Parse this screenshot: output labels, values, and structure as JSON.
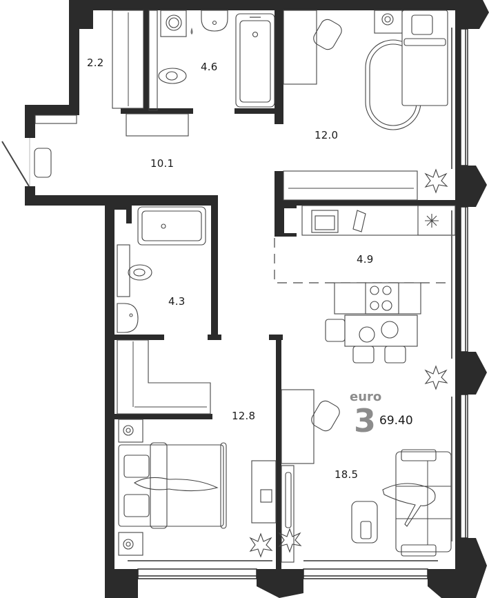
{
  "plan": {
    "brand": "euro",
    "rooms_count": "3",
    "total_area": "69.40",
    "rooms": [
      {
        "id": "storage",
        "area": "2.2"
      },
      {
        "id": "bathroom-1",
        "area": "4.6"
      },
      {
        "id": "hallway",
        "area": "10.1"
      },
      {
        "id": "bedroom-1",
        "area": "12.0"
      },
      {
        "id": "kitchen",
        "area": "4.9"
      },
      {
        "id": "bathroom-2",
        "area": "4.3"
      },
      {
        "id": "bedroom-2",
        "area": "12.8"
      },
      {
        "id": "living-room",
        "area": "18.5"
      }
    ],
    "colors": {
      "wall": "#2b2b2b",
      "furniture_stroke": "#444444",
      "brand_gray": "#8c8c8c",
      "label": "#1a1a1a",
      "background": "#ffffff"
    }
  }
}
